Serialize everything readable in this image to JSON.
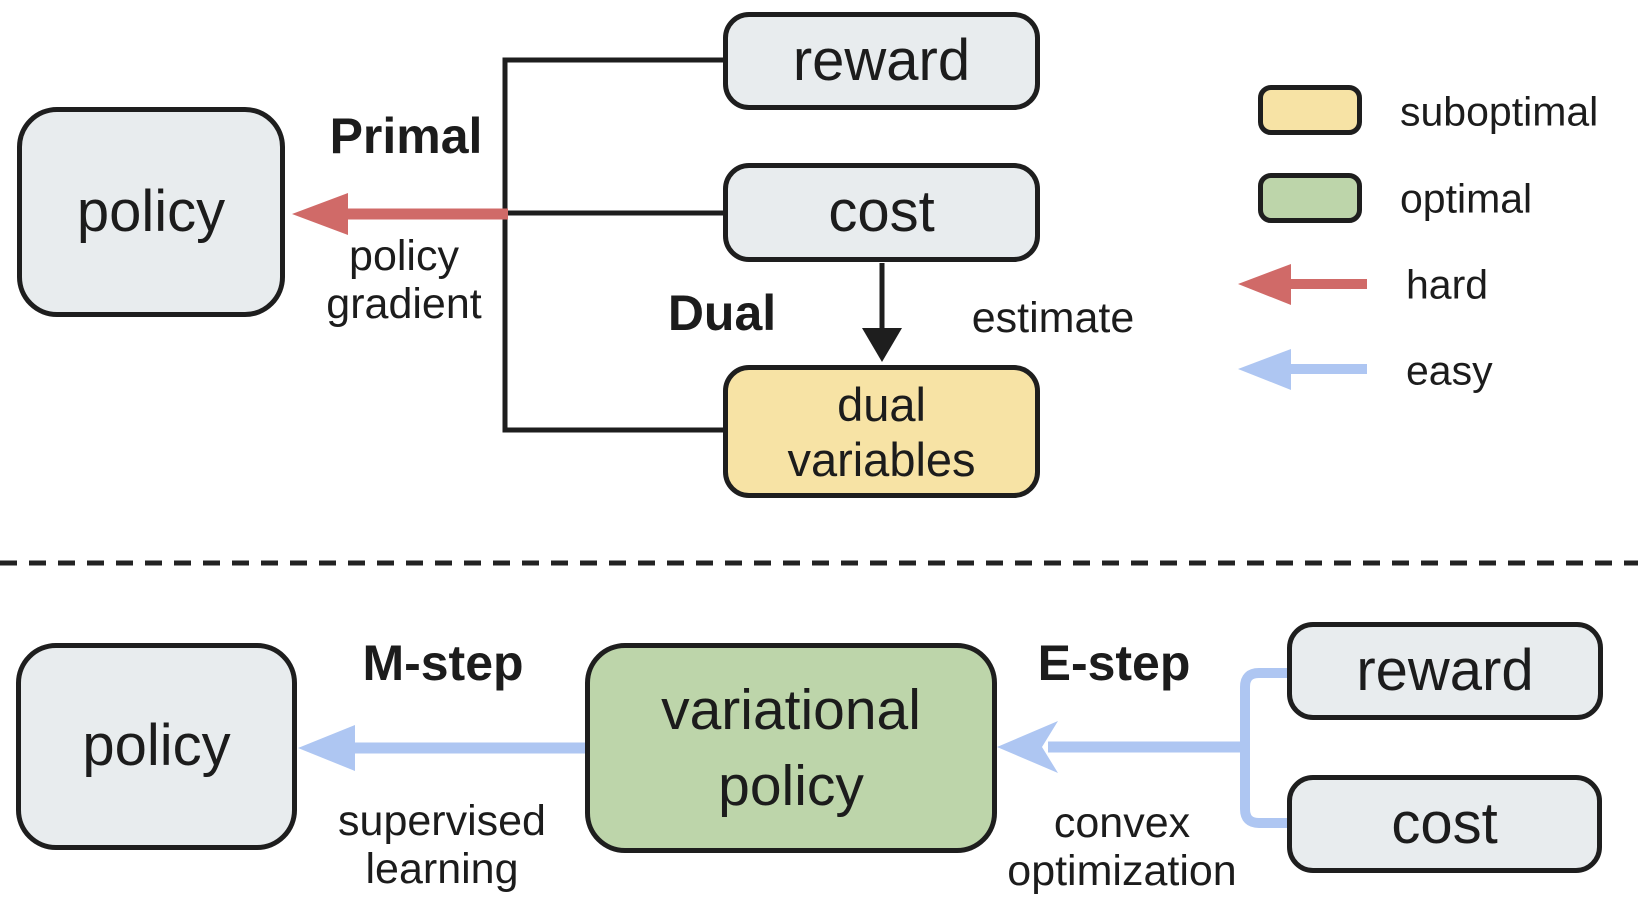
{
  "colors": {
    "box_gray": "#e8ecee",
    "box_yellow": "#f7e3a5",
    "box_green": "#bdd5aa",
    "arrow_red": "#d06a68",
    "arrow_blue": "#aec6f2",
    "line_black": "#1e1e1e"
  },
  "top": {
    "policy": "policy",
    "reward": "reward",
    "cost": "cost",
    "dual_variables": "dual\nvariables",
    "primal": "Primal",
    "policy_gradient": "policy\ngradient",
    "dual": "Dual",
    "estimate": "estimate"
  },
  "legend": {
    "suboptimal": "suboptimal",
    "optimal": "optimal",
    "hard": "hard",
    "easy": "easy"
  },
  "bottom": {
    "policy": "policy",
    "variational_policy": "variational\npolicy",
    "m_step": "M-step",
    "supervised_learning": "supervised\nlearning",
    "e_step": "E-step",
    "convex_optimization": "convex\noptimization",
    "reward": "reward",
    "cost": "cost"
  }
}
